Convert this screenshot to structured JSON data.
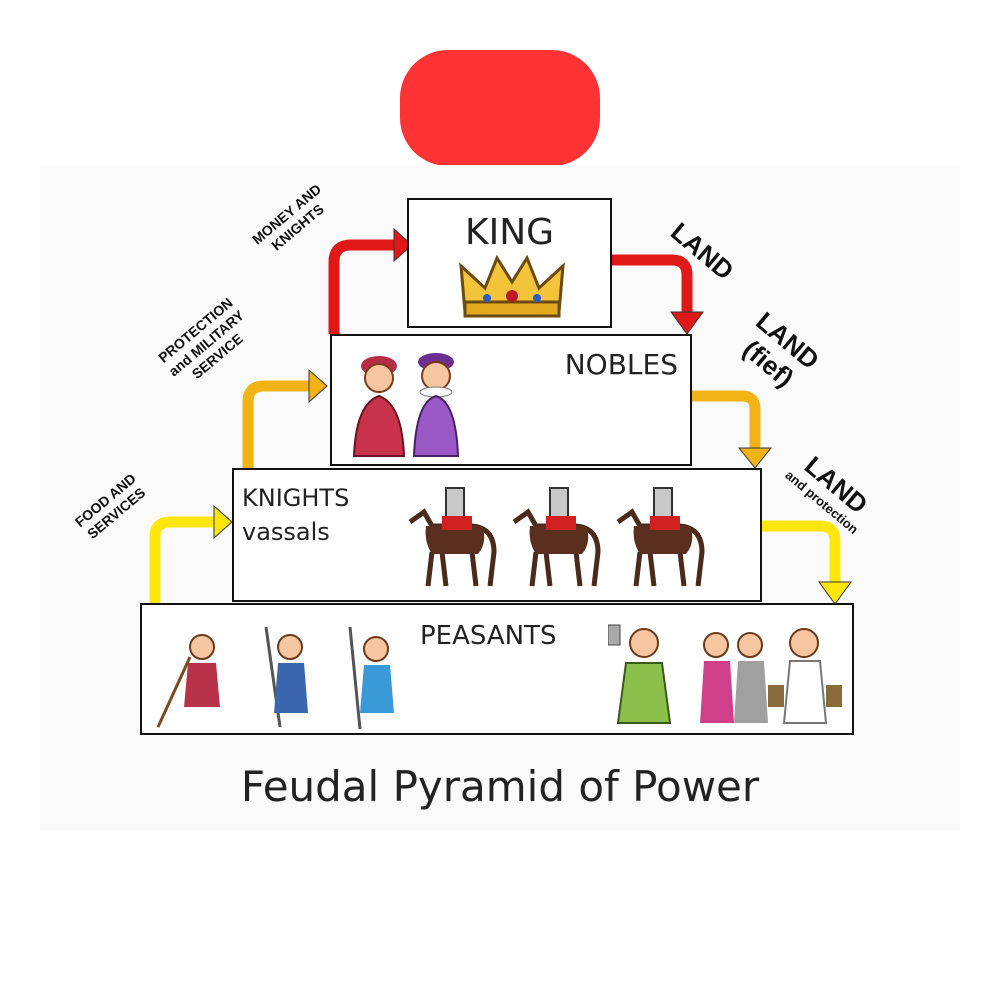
{
  "diagram": {
    "caption": "Feudal Pyramid of Power",
    "tiers": {
      "king": "KING",
      "nobles": "NOBLES",
      "knights_line1": "KNIGHTS",
      "knights_line2": "vassals",
      "peasants": "PEASANTS"
    },
    "flows": {
      "money_knights_1": "MONEY AND",
      "money_knights_2": "KNIGHTS",
      "protection_1": "PROTECTION",
      "protection_2": "and MILITARY",
      "protection_3": "SERVICE",
      "food_1": "FOOD AND",
      "food_2": "SERVICES",
      "land_king": "LAND",
      "land_fief_1": "LAND",
      "land_fief_2": "(fief)",
      "land_protection_1": "LAND",
      "land_protection_2": "and protection"
    },
    "colors": {
      "header_pill": "#ff3333",
      "arrow_king": "#e01818",
      "arrow_nobles": "#f2b316",
      "arrow_knights": "#ffe60a"
    }
  }
}
